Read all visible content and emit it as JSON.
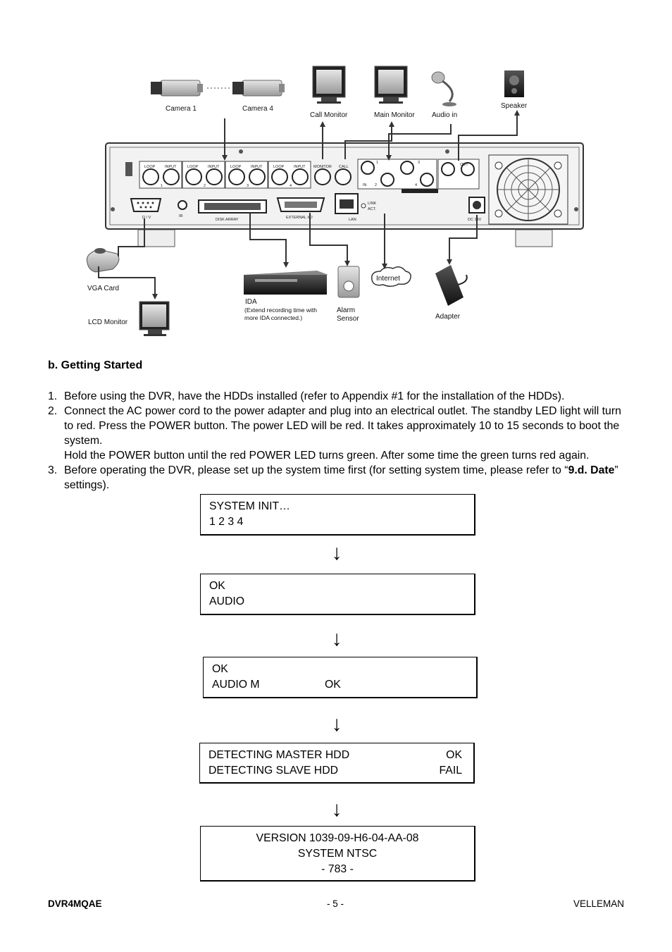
{
  "diagram": {
    "labels": {
      "camera1": "Camera 1",
      "camera4": "Camera 4",
      "call_monitor": "Call Monitor",
      "main_monitor": "Main Monitor",
      "audio_in": "Audio in",
      "speaker": "Speaker",
      "vga_card": "VGA Card",
      "lcd_monitor": "LCD Monitor",
      "ida": "IDA",
      "ida_note1": "(Extend recording time with",
      "ida_note2": "more IDA connected.)",
      "alarm": "Alarm",
      "sensor": "Sensor",
      "internet": "Internet",
      "adapter": "Adapter"
    },
    "panel": {
      "loop": "LOOP",
      "input": "INPUT",
      "ch1": "1",
      "ch2": "2",
      "ch3": "3",
      "ch4": "4",
      "monitor": "MONITOR",
      "call": "CALL",
      "out": "OUT",
      "audio_in": "IN",
      "a1": "1",
      "a2": "2",
      "a3": "3",
      "a4": "4",
      "dv": "D / V",
      "ir": "IR",
      "disk_array": "DISK ARRAY",
      "external_io": "EXTERNAL I/O",
      "lan": "LAN",
      "link": "LINK",
      "act": "ACT.",
      "dc": "DC 19V"
    }
  },
  "section": {
    "heading": "b.  Getting Started"
  },
  "steps": [
    {
      "num": "1.",
      "text": "Before using the DVR, have the HDDs installed (refer to Appendix #1 for the installation of the HDDs)."
    },
    {
      "num": "2.",
      "text": "Connect the AC power cord to the power adapter and plug into an electrical outlet. The standby LED light will turn to red. Press the POWER button. The power LED will be red. It takes approximately 10 to 15 seconds to boot the system.",
      "text2": "Hold the POWER button until the red POWER LED turns green. After some time the green turns red again."
    },
    {
      "num": "3.",
      "text_before": "Before operating the DVR, please set up the system time first (for setting system time, please refer to “",
      "text_bold": "9.d. Date",
      "text_after": "” settings)."
    }
  ],
  "screens": {
    "s1": {
      "line1": "SYSTEM INIT…",
      "line2": "1 2 3 4"
    },
    "s2": {
      "line1": "OK",
      "line2": "AUDIO"
    },
    "s3": {
      "line1": "OK",
      "line2_left": "AUDIO M",
      "line2_right": "OK"
    },
    "s4": {
      "row1_left": "DETECTING MASTER HDD",
      "row1_right": "OK",
      "row2_left": "DETECTING SLAVE HDD",
      "row2_right": "FAIL"
    },
    "s5": {
      "line1": "VERSION 1039-09-H6-04-AA-08",
      "line2": "SYSTEM NTSC",
      "line3": "- 783 -"
    },
    "arrow": "↓"
  },
  "footer": {
    "left": "DVR4MQAE",
    "center": "- 5 -",
    "right": "VELLEMAN"
  }
}
